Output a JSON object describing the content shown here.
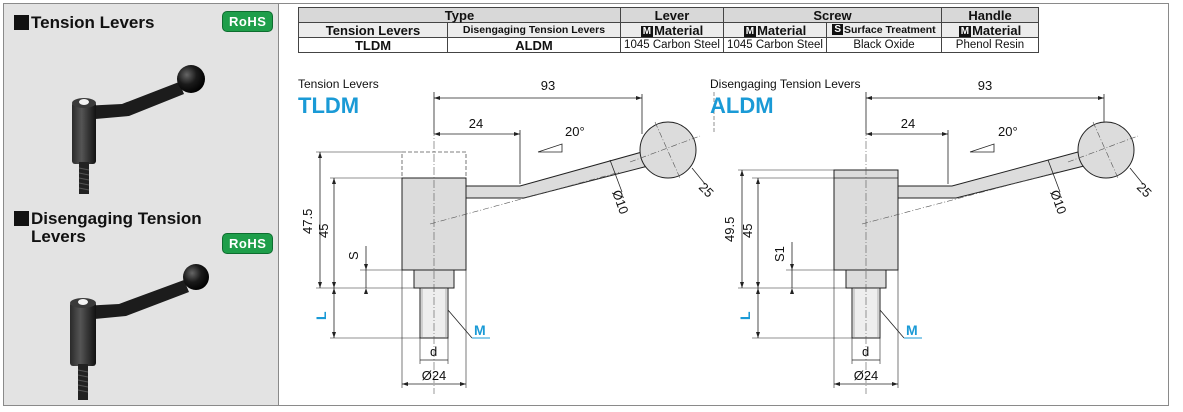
{
  "products": [
    {
      "title": "Tension Levers",
      "rohs": "RoHS"
    },
    {
      "title_line1": "Disengaging Tension",
      "title_line2": "Levers",
      "rohs": "RoHS"
    }
  ],
  "table": {
    "groups": [
      "Type",
      "Lever",
      "Screw",
      "Handle"
    ],
    "subheaders": [
      {
        "badge": "",
        "text": "Tension Levers"
      },
      {
        "badge": "",
        "text": "Disengaging Tension Levers"
      },
      {
        "badge": "M",
        "text": "Material"
      },
      {
        "badge": "M",
        "text": "Material"
      },
      {
        "badge": "S",
        "text": "Surface Treatment"
      },
      {
        "badge": "M",
        "text": "Material"
      }
    ],
    "row": [
      "TLDM",
      "ALDM",
      "1045 Carbon Steel",
      "1045 Carbon Steel",
      "Black Oxide",
      "Phenol Resin"
    ]
  },
  "drawings": [
    {
      "caption": "Tension Levers",
      "code": "TLDM",
      "length": "93",
      "offset": "24",
      "angle": "20°",
      "ball": "25",
      "rod": "Ø10",
      "total_h": "47.5",
      "body_h": "45",
      "s": "S",
      "l": "L",
      "m": "M",
      "d": "d",
      "base": "Ø24"
    },
    {
      "caption": "Disengaging Tension Levers",
      "code": "ALDM",
      "length": "93",
      "offset": "24",
      "angle": "20°",
      "ball": "25",
      "rod": "Ø10",
      "total_h": "49.5",
      "body_h": "45",
      "s": "S1",
      "l": "L",
      "m": "M",
      "d": "d",
      "base": "Ø24"
    }
  ],
  "colors": {
    "accent_blue": "#1a9ad6",
    "rohs_green": "#1e9e4a",
    "panel_gray": "#e3e3e3"
  }
}
